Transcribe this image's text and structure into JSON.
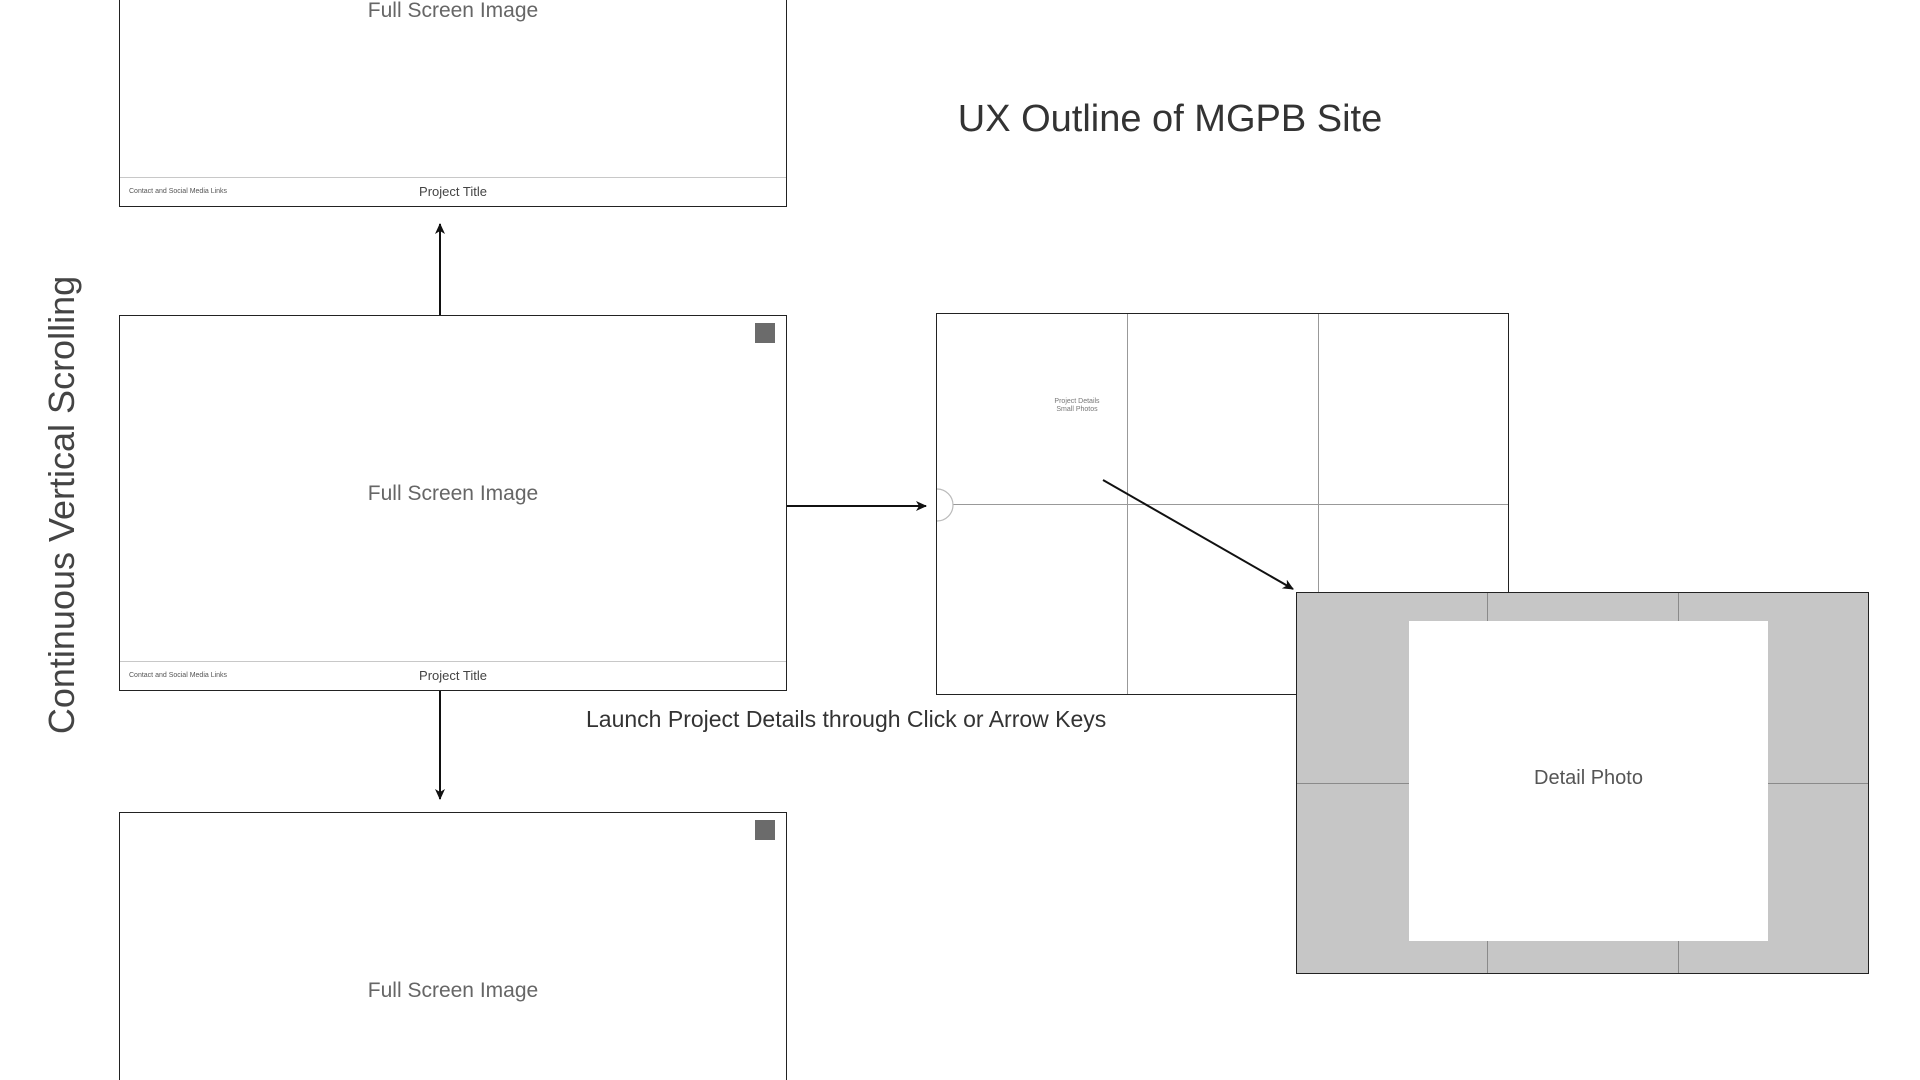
{
  "diagram_title": "UX Outline of MGPB Site",
  "side_label": "Continuous Vertical Scrolling",
  "launch_label": "Launch Project Details through Click or Arrow Keys",
  "frames": {
    "top": {
      "main_label": "Full Screen Image",
      "footer_links": "Contact and Social Media Links",
      "footer_title": "Project Title"
    },
    "middle": {
      "main_label": "Full Screen Image",
      "footer_links": "Contact and Social Media Links",
      "footer_title": "Project Title"
    },
    "bottom": {
      "main_label": "Full Screen Image"
    }
  },
  "grid_panel": {
    "label_line1": "Project Details",
    "label_line2": "Small Photos"
  },
  "detail_panel": {
    "label": "Detail Photo"
  },
  "colors": {
    "frame_border": "#222222",
    "corner_square": "#6b6b6b",
    "detail_background": "#c6c6c6",
    "grid_lines": "#999999"
  }
}
